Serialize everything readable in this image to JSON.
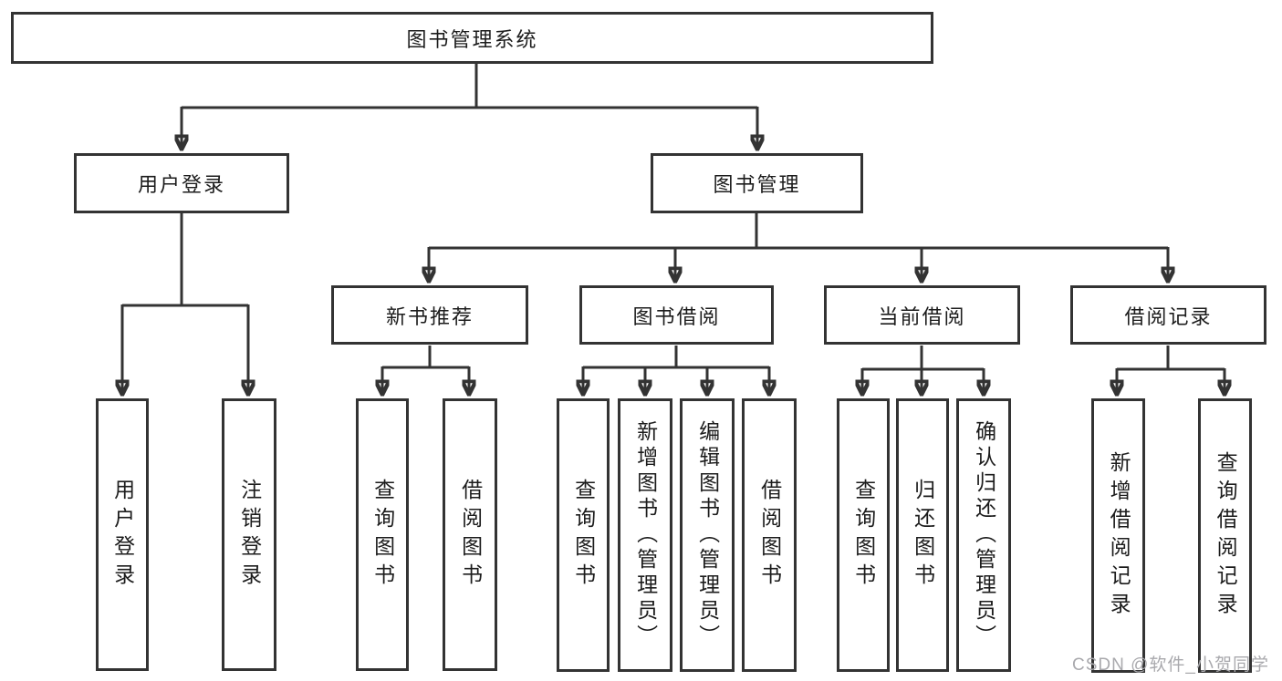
{
  "diagram": {
    "root": {
      "label": "图书管理系统"
    },
    "branches": {
      "user_login": {
        "label": "用户登录",
        "children": [
          {
            "label": "用户登录"
          },
          {
            "label": "注销登录"
          }
        ]
      },
      "book_mgmt": {
        "label": "图书管理",
        "sections": [
          {
            "label": "新书推荐",
            "children": [
              {
                "label": "查询图书"
              },
              {
                "label": "借阅图书"
              }
            ]
          },
          {
            "label": "图书借阅",
            "children": [
              {
                "label": "查询图书"
              },
              {
                "label": "新增图书（管理员）"
              },
              {
                "label": "编辑图书（管理员）"
              },
              {
                "label": "借阅图书"
              }
            ]
          },
          {
            "label": "当前借阅",
            "children": [
              {
                "label": "查询图书"
              },
              {
                "label": "归还图书"
              },
              {
                "label": "确认归还（管理员）"
              }
            ]
          },
          {
            "label": "借阅记录",
            "children": [
              {
                "label": "新增借阅记录"
              },
              {
                "label": "查询借阅记录"
              }
            ]
          }
        ]
      }
    },
    "watermark": "CSDN @软件_小贺同学",
    "colors": {
      "background": "#ffffff",
      "line": "#333333",
      "box_border": "#333333",
      "text": "#1c1c1c",
      "watermark": "#a9a9ad"
    }
  }
}
